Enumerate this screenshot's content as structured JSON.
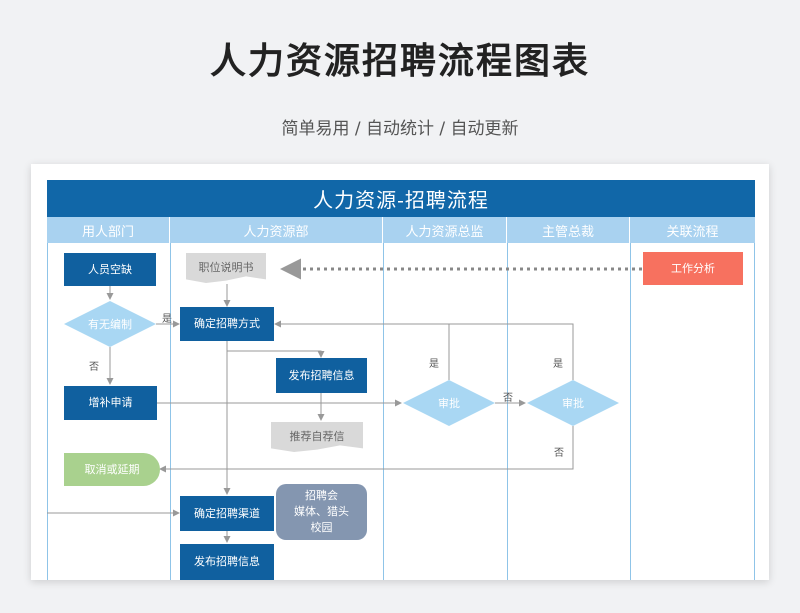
{
  "header": {
    "title": "人力资源招聘流程图表",
    "subtitle": "简单易用  /  自动统计  /  自动更新"
  },
  "chart": {
    "title": "人力资源-招聘流程",
    "lanes": [
      "用人部门",
      "人力资源部",
      "人力资源总监",
      "主管总裁",
      "关联流程"
    ]
  },
  "nodes": {
    "staff_shortage": "人员空缺",
    "headcount_check": "有无编制",
    "replenish_request": "增补申请",
    "cancel_delay": "取消或延期",
    "job_description": "职位说明书",
    "confirm_method": "确定招聘方式",
    "publish_info": "发布招聘信息",
    "recommend": "推荐自荐信",
    "confirm_channel": "确定招聘渠道",
    "publish_info_2": "发布招聘信息",
    "channels_line1": "招聘会",
    "channels_line2": "媒体、猎头",
    "channels_line3": "校园",
    "director_approve": "审批",
    "president_approve": "审批",
    "job_analysis": "工作分析"
  },
  "edge_labels": {
    "yes_headcount": "是",
    "no_headcount": "否",
    "yes_director": "是",
    "no_director": "否",
    "yes_president": "是",
    "no_president": "否"
  },
  "colors": {
    "primary": "#10609f",
    "lane_header": "#a9d2f0",
    "diamond": "#a9d7f3",
    "orange": "#f7715f",
    "green": "#a9d18e"
  }
}
